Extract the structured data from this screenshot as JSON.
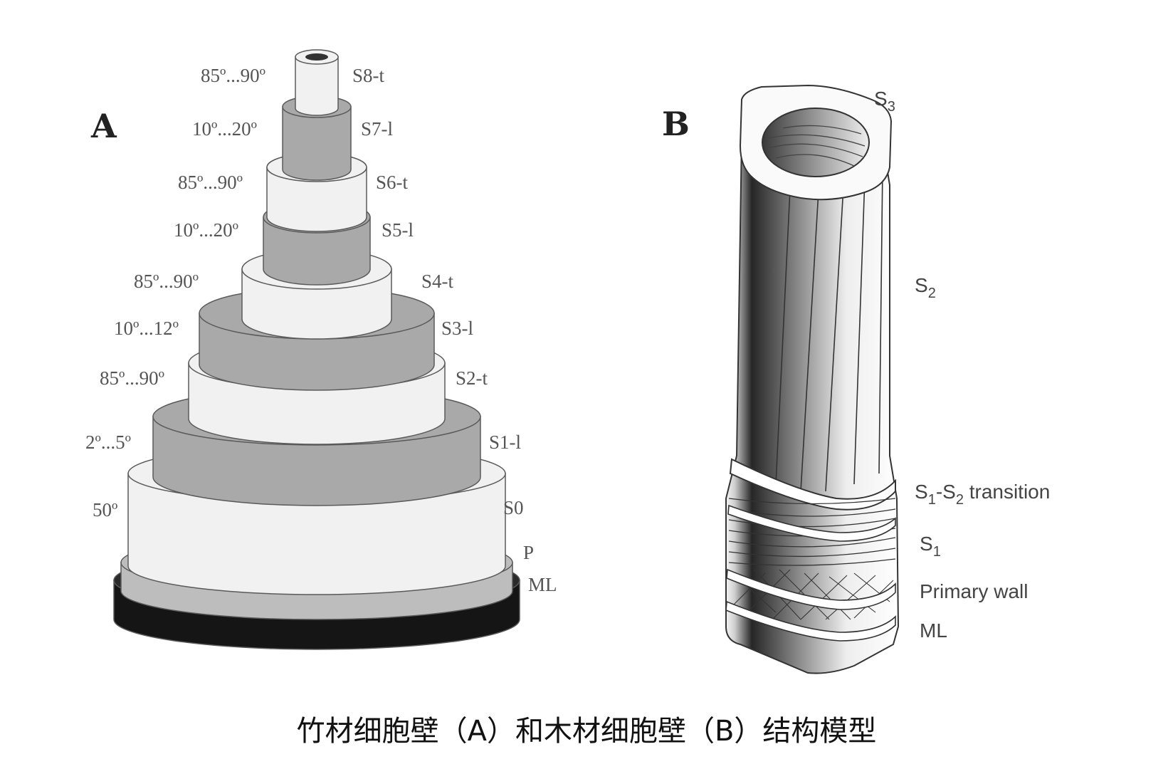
{
  "panel_a": {
    "letter": "A",
    "layers": [
      {
        "name": "S8-t",
        "angle": "85º...90º",
        "tone": "light"
      },
      {
        "name": "S7-l",
        "angle": "10º...20º",
        "tone": "dark"
      },
      {
        "name": "S6-t",
        "angle": "85º...90º",
        "tone": "light"
      },
      {
        "name": "S5-l",
        "angle": "10º...20º",
        "tone": "dark"
      },
      {
        "name": "S4-t",
        "angle": "85º...90º",
        "tone": "light"
      },
      {
        "name": "S3-l",
        "angle": "10º...12º",
        "tone": "dark"
      },
      {
        "name": "S2-t",
        "angle": "85º...90º",
        "tone": "light"
      },
      {
        "name": "S1-l",
        "angle": "2º...5º",
        "tone": "dark"
      },
      {
        "name": "S0",
        "angle": "50º",
        "tone": "light"
      },
      {
        "name": "P",
        "angle": "",
        "tone": "mid"
      },
      {
        "name": "ML",
        "angle": "",
        "tone": "black"
      }
    ]
  },
  "panel_b": {
    "letter": "B",
    "labels": {
      "s3_main": "S",
      "s3_sub": "3",
      "s2_main": "S",
      "s2_sub": "2",
      "trans_s1": "S",
      "trans_sub1": "1",
      "trans_dash": "-S",
      "trans_sub2": "2",
      "trans_text": " transition",
      "s1_main": "S",
      "s1_sub": "1",
      "primary": "Primary wall",
      "ml": "ML"
    }
  },
  "caption": "竹材细胞壁（A）和木材细胞壁（B）结构模型",
  "colors": {
    "light": "#f1f1f1",
    "dark": "#a9a9a9",
    "mid": "#bdbdbd",
    "black": "#151515",
    "stroke": "#5a5a5a"
  }
}
